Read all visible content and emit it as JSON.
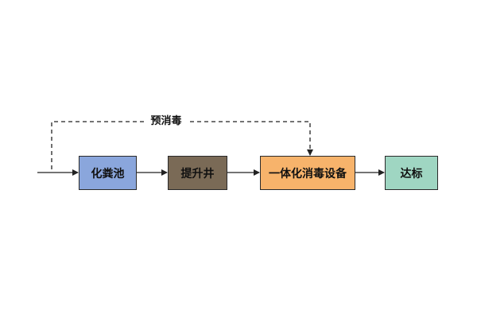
{
  "diagram": {
    "nodes": [
      {
        "id": "septic",
        "label": "化粪池",
        "color": "#8aa6dc"
      },
      {
        "id": "lift",
        "label": "提升井",
        "color": "#7a6a56"
      },
      {
        "id": "disinfect",
        "label": "一体化消毒设备",
        "color": "#f7b36b"
      },
      {
        "id": "standard",
        "label": "达标",
        "color": "#9fd6c2"
      }
    ],
    "edges": [
      {
        "from": "inlet",
        "to": "septic",
        "style": "solid"
      },
      {
        "from": "septic",
        "to": "lift",
        "style": "solid"
      },
      {
        "from": "lift",
        "to": "disinfect",
        "style": "solid"
      },
      {
        "from": "disinfect",
        "to": "standard",
        "style": "solid"
      },
      {
        "from": "inlet",
        "to": "disinfect",
        "style": "dashed",
        "label": "预消毒"
      }
    ],
    "loop_label": "预消毒",
    "line_color": "#222222"
  }
}
